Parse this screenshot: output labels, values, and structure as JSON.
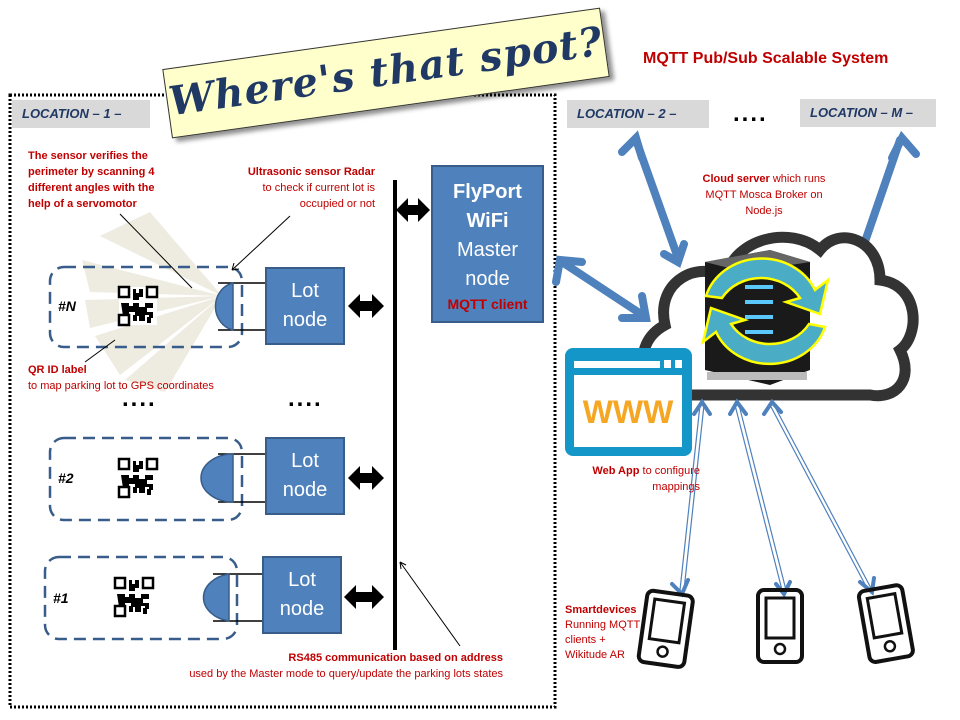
{
  "title": "Where's that spot?",
  "subtitle": "MQTT Pub/Sub Scalable System",
  "locations": [
    {
      "label": "LOCATION – 1 –"
    },
    {
      "label": "LOCATION – 2 –"
    },
    {
      "label": "LOCATION – M –"
    }
  ],
  "ellipsis": "....",
  "annotations": {
    "servo": "The sensor verifies the perimeter by scanning  4 different angles with the help of a servomotor",
    "servo_lines": [
      "The sensor verifies the",
      "perimeter by scanning  4",
      "different angles with the",
      "help of a servomotor"
    ],
    "radar_title": "Ultrasonic sensor Radar",
    "radar_lines": [
      "to check if current lot is",
      "occupied or not"
    ],
    "qr_title": "QR ID label",
    "qr_desc": "to map parking lot to GPS coordinates",
    "rs485_title": "RS485 communication  based on address",
    "rs485_desc": "used by the Master mode to query/update the  parking lots states",
    "cloud_title": "Cloud server",
    "cloud_rest": " which runs",
    "cloud_lines": [
      "MQTT Mosca Broker on",
      "Node.js"
    ],
    "webapp_title": "Web App",
    "webapp_rest": " to configure",
    "webapp_line2": "mappings",
    "smart_title": "Smartdevices",
    "smart_lines": [
      "Running MQTT",
      "clients +",
      "Wikitude AR"
    ]
  },
  "lots": [
    {
      "id": "#N",
      "line1": "Lot",
      "line2": "node"
    },
    {
      "id": "#2",
      "line1": "Lot",
      "line2": "node"
    },
    {
      "id": "#1",
      "line1": "Lot",
      "line2": "node"
    }
  ],
  "master": {
    "lines": [
      "FlyPort",
      "WiFi",
      "Master",
      "node"
    ],
    "client": "MQTT client"
  },
  "webapp_icon_text": "WWW",
  "colors": {
    "accent_red": "#c00000",
    "node_blue": "#4f81bd",
    "arrow_blue": "#4f81bd",
    "title_navy": "#1f3864",
    "banner_yellow": "#ffffcc"
  }
}
